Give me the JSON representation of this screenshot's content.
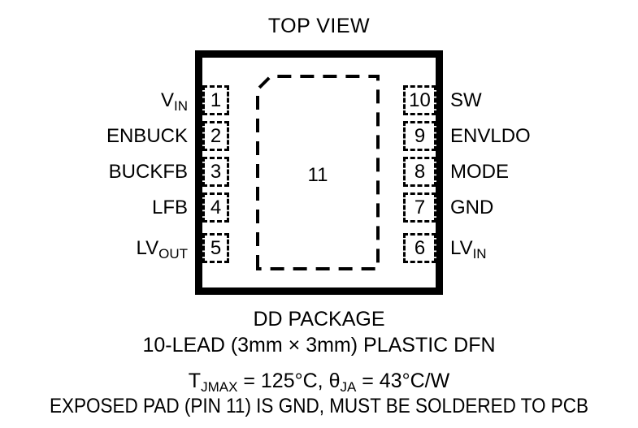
{
  "diagram": {
    "title": "TOP VIEW",
    "package_outline": {
      "exposed_pad_number": "11"
    },
    "pins_left": [
      {
        "number": "1",
        "label_main": "V",
        "label_sub": "IN",
        "name": "VIN"
      },
      {
        "number": "2",
        "label_main": "ENBUCK",
        "label_sub": "",
        "name": "ENBUCK"
      },
      {
        "number": "3",
        "label_main": "BUCKFB",
        "label_sub": "",
        "name": "BUCKFB"
      },
      {
        "number": "4",
        "label_main": "LFB",
        "label_sub": "",
        "name": "LFB"
      },
      {
        "number": "5",
        "label_main": "LV",
        "label_sub": "OUT",
        "name": "LVOUT"
      }
    ],
    "pins_right": [
      {
        "number": "10",
        "label_main": "SW",
        "label_sub": "",
        "name": "SW"
      },
      {
        "number": "9",
        "label_main": "ENVLDO",
        "label_sub": "",
        "name": "ENVLDO"
      },
      {
        "number": "8",
        "label_main": "MODE",
        "label_sub": "",
        "name": "MODE"
      },
      {
        "number": "7",
        "label_main": "GND",
        "label_sub": "",
        "name": "GND"
      },
      {
        "number": "6",
        "label_main": "LV",
        "label_sub": "IN",
        "name": "LVIN"
      }
    ],
    "captions": {
      "package_name": "DD PACKAGE",
      "lead_description": "10-LEAD (3mm × 3mm) PLASTIC DFN",
      "thermal_tjmax_prefix": "T",
      "thermal_tjmax_sub": "JMAX",
      "thermal_tjmax_value": " = 125°C, ",
      "thermal_theta_symbol": "θ",
      "thermal_theta_sub": "JA",
      "thermal_theta_value": " = 43°C/W",
      "exposed_pad_note": "EXPOSED PAD (PIN 11) IS GND, MUST BE SOLDERED TO PCB"
    },
    "colors": {
      "line": "#000000",
      "background": "#ffffff"
    }
  }
}
